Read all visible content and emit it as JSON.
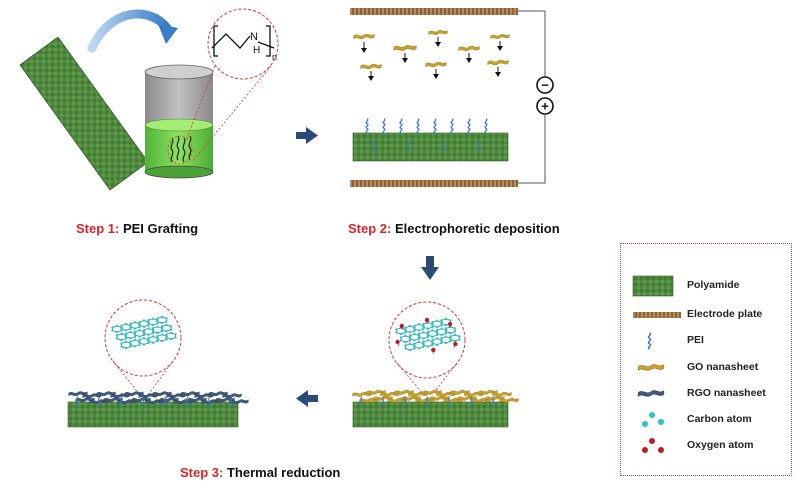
{
  "steps": [
    {
      "number": "Step 1:",
      "name": "PEI Grafting"
    },
    {
      "number": "Step 2:",
      "name": "Electrophoretic deposition"
    },
    {
      "number": "Step 3:",
      "name": "Thermal reduction"
    }
  ],
  "chem": {
    "n_label": "N",
    "h_label": "H",
    "subscript": "n"
  },
  "polarity": {
    "negative": "−",
    "positive": "+"
  },
  "legend": {
    "items": [
      {
        "label": "Polyamide",
        "icon": "polyamide-swatch"
      },
      {
        "label": "Electrode plate",
        "icon": "electrode-plate-swatch"
      },
      {
        "label": "PEI",
        "icon": "pei-squiggle"
      },
      {
        "label": "GO nanasheet",
        "icon": "go-sheet"
      },
      {
        "label": "RGO nanasheet",
        "icon": "rgo-sheet"
      },
      {
        "label": "Carbon atom",
        "icon": "carbon-atom"
      },
      {
        "label": "Oxygen atom",
        "icon": "oxygen-atom"
      }
    ]
  },
  "colors": {
    "polyamide": "#4f8a3f",
    "electrode": "#a97a50",
    "pei": "#3a78c8",
    "go": "#c9a227",
    "rgo": "#3f5a7a",
    "carbon": "#2cc4c4",
    "oxygen": "#c21d1d",
    "arrow": "#2b4a7a",
    "accent": "#d8262b"
  }
}
